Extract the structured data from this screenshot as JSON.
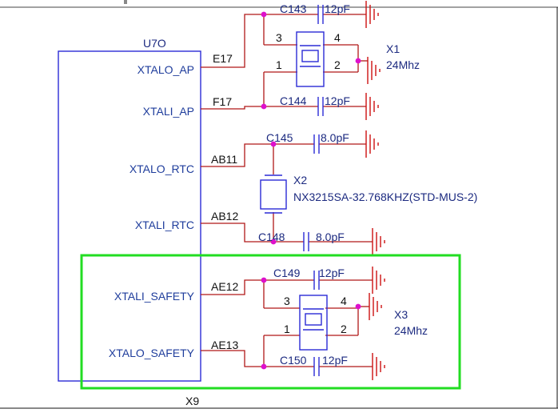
{
  "chip": {
    "refdes": "U7O",
    "part": "X9",
    "pins": [
      {
        "name": "XTALO_AP",
        "ball": "E17"
      },
      {
        "name": "XTALI_AP",
        "ball": "F17"
      },
      {
        "name": "XTALO_RTC",
        "ball": "AB11"
      },
      {
        "name": "XTALI_RTC",
        "ball": "AB12"
      },
      {
        "name": "XTALI_SAFETY",
        "ball": "AE12"
      },
      {
        "name": "XTALO_SAFETY",
        "ball": "AE13"
      }
    ]
  },
  "capacitors": [
    {
      "ref": "C143",
      "value": "12pF"
    },
    {
      "ref": "C144",
      "value": "12pF"
    },
    {
      "ref": "C145",
      "value": "8.0pF"
    },
    {
      "ref": "C148",
      "value": "8.0pF"
    },
    {
      "ref": "C149",
      "value": "12pF"
    },
    {
      "ref": "C150",
      "value": "12pF"
    }
  ],
  "crystals": [
    {
      "ref": "X1",
      "value": "24Mhz",
      "pins": [
        "3",
        "4",
        "1",
        "2"
      ]
    },
    {
      "ref": "X2",
      "value": "NX3215SA-32.768KHZ(STD-MUS-2)"
    },
    {
      "ref": "X3",
      "value": "24Mhz",
      "pins": [
        "3",
        "4",
        "1",
        "2"
      ]
    }
  ],
  "colors": {
    "wire": "#b01818",
    "component": "#2b2bd6",
    "junction": "#dd11cc",
    "ground": "#cc1111",
    "highlight": "#22dd22",
    "pin_label": "#1f3d9c"
  }
}
